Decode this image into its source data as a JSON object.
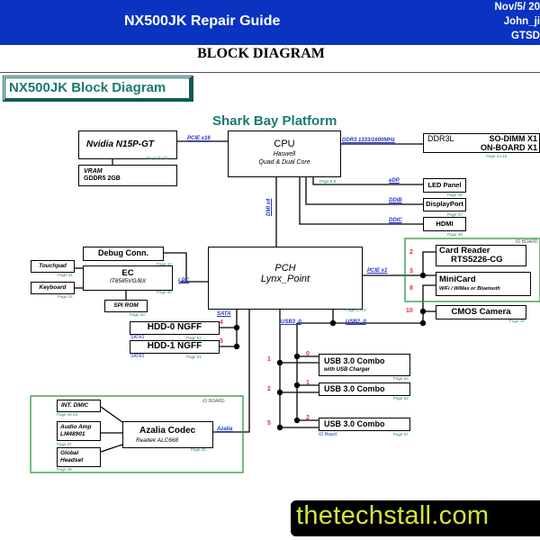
{
  "header": {
    "title": "NX500JK Repair Guide",
    "date": "Nov/5/ 20",
    "author": "John_ji",
    "dept": "GTSD"
  },
  "document_title": "BLOCK DIAGRAM",
  "diagram_title": "NX500JK Block Diagram",
  "platform_label": "Shark Bay Platform",
  "blocks": {
    "gpu": {
      "name": "Nvidia N15P-GT",
      "page": "Page 70-75"
    },
    "vram": {
      "line1": "VRAM",
      "line2": "GDDR5 2GB"
    },
    "cpu": {
      "name": "CPU",
      "line1": "Haswell",
      "line2": "Quad & Dual Core",
      "page": "Page 5-8"
    },
    "memory": {
      "left": "DDR3L",
      "right1": "SO-DIMM X1",
      "right2": "ON-BOARD X1",
      "page": "Page 14-16"
    },
    "led_panel": {
      "name": "LED Panel",
      "page": "Page 48"
    },
    "displayport": {
      "name": "DisplayPort",
      "page": "Page 47"
    },
    "hdmi": {
      "name": "HDMI",
      "page": "Page 46"
    },
    "pch": {
      "name": "PCH",
      "line1": "Lynx_Point",
      "page": "Page 20-37"
    },
    "card_reader": {
      "name": "Card Reader",
      "line1": "RTS5226-CG"
    },
    "minicard": {
      "name": "MiniCard",
      "line1": "WiFi / WiMax or Bluetooth"
    },
    "cmos_camera": {
      "name": "CMOS Camera",
      "page": "Page 49"
    },
    "debug_conn": {
      "name": "Debug Conn.",
      "page": "Page 44"
    },
    "ec": {
      "name": "EC",
      "line1": "IT8585VG/BX",
      "page": "Page 30"
    },
    "touchpad": {
      "name": "Touchpad",
      "page": "Page 31"
    },
    "keyboard": {
      "name": "Keyboard",
      "page": "Page 31"
    },
    "spi_rom": {
      "name": "SPI ROM",
      "page": "Page 33"
    },
    "hdd0": {
      "name": "HDD-0 NGFF",
      "iface": "SATA3",
      "page": "Page 51"
    },
    "hdd1": {
      "name": "HDD-1 NGFF",
      "iface": "SATA3",
      "page": "Page 51"
    },
    "usb1": {
      "name": "USB 3.0 Combo",
      "line1": "with USB Charger",
      "page": "Page 62"
    },
    "usb2": {
      "name": "USB 3.0 Combo",
      "page": "Page 62"
    },
    "usb3": {
      "name": "USB 3.0 Combo",
      "note": "IO Board",
      "page": "Page 57"
    },
    "int_dmic": {
      "name": "INT. DMIC",
      "page": "Page 38,48"
    },
    "audio_amp": {
      "line1": "Audio Amp",
      "line2": "LM48901",
      "page": "Page 37"
    },
    "global_headset": {
      "line1": "Global",
      "line2": "Headset",
      "page": "Page 38"
    },
    "codec": {
      "name": "Azalia Codec",
      "line1": "Realtek ALC668",
      "page": "Page 36"
    }
  },
  "buses": {
    "pcie_x16": "PCIE x16",
    "ddr3": "DDR3 1333/1600MHz",
    "edp": "eDP",
    "ddib": "DDIB",
    "ddic": "DDIC",
    "dmi": "DMI x4",
    "pcie_x1": "PCIE x1",
    "lpc": "LPC",
    "sata": "SATA",
    "usb3": "USB3_0",
    "usb2": "USB2_0",
    "azalia": "Azalia"
  },
  "ports": {
    "pcie_card_reader": "2",
    "pcie_minicard": "3",
    "usb_minicard": "8",
    "usb_camera": "10",
    "sata_hdd0": "4",
    "sata_hdd1": "5",
    "usb3_p1": "1",
    "usb3_p2": "2",
    "usb3_p5": "5",
    "usb2_p0": "0",
    "usb2_p1": "1",
    "usb2_p2": "2"
  },
  "io_board_label": "IO BOARD",
  "watermark": "thetechstall.com"
}
